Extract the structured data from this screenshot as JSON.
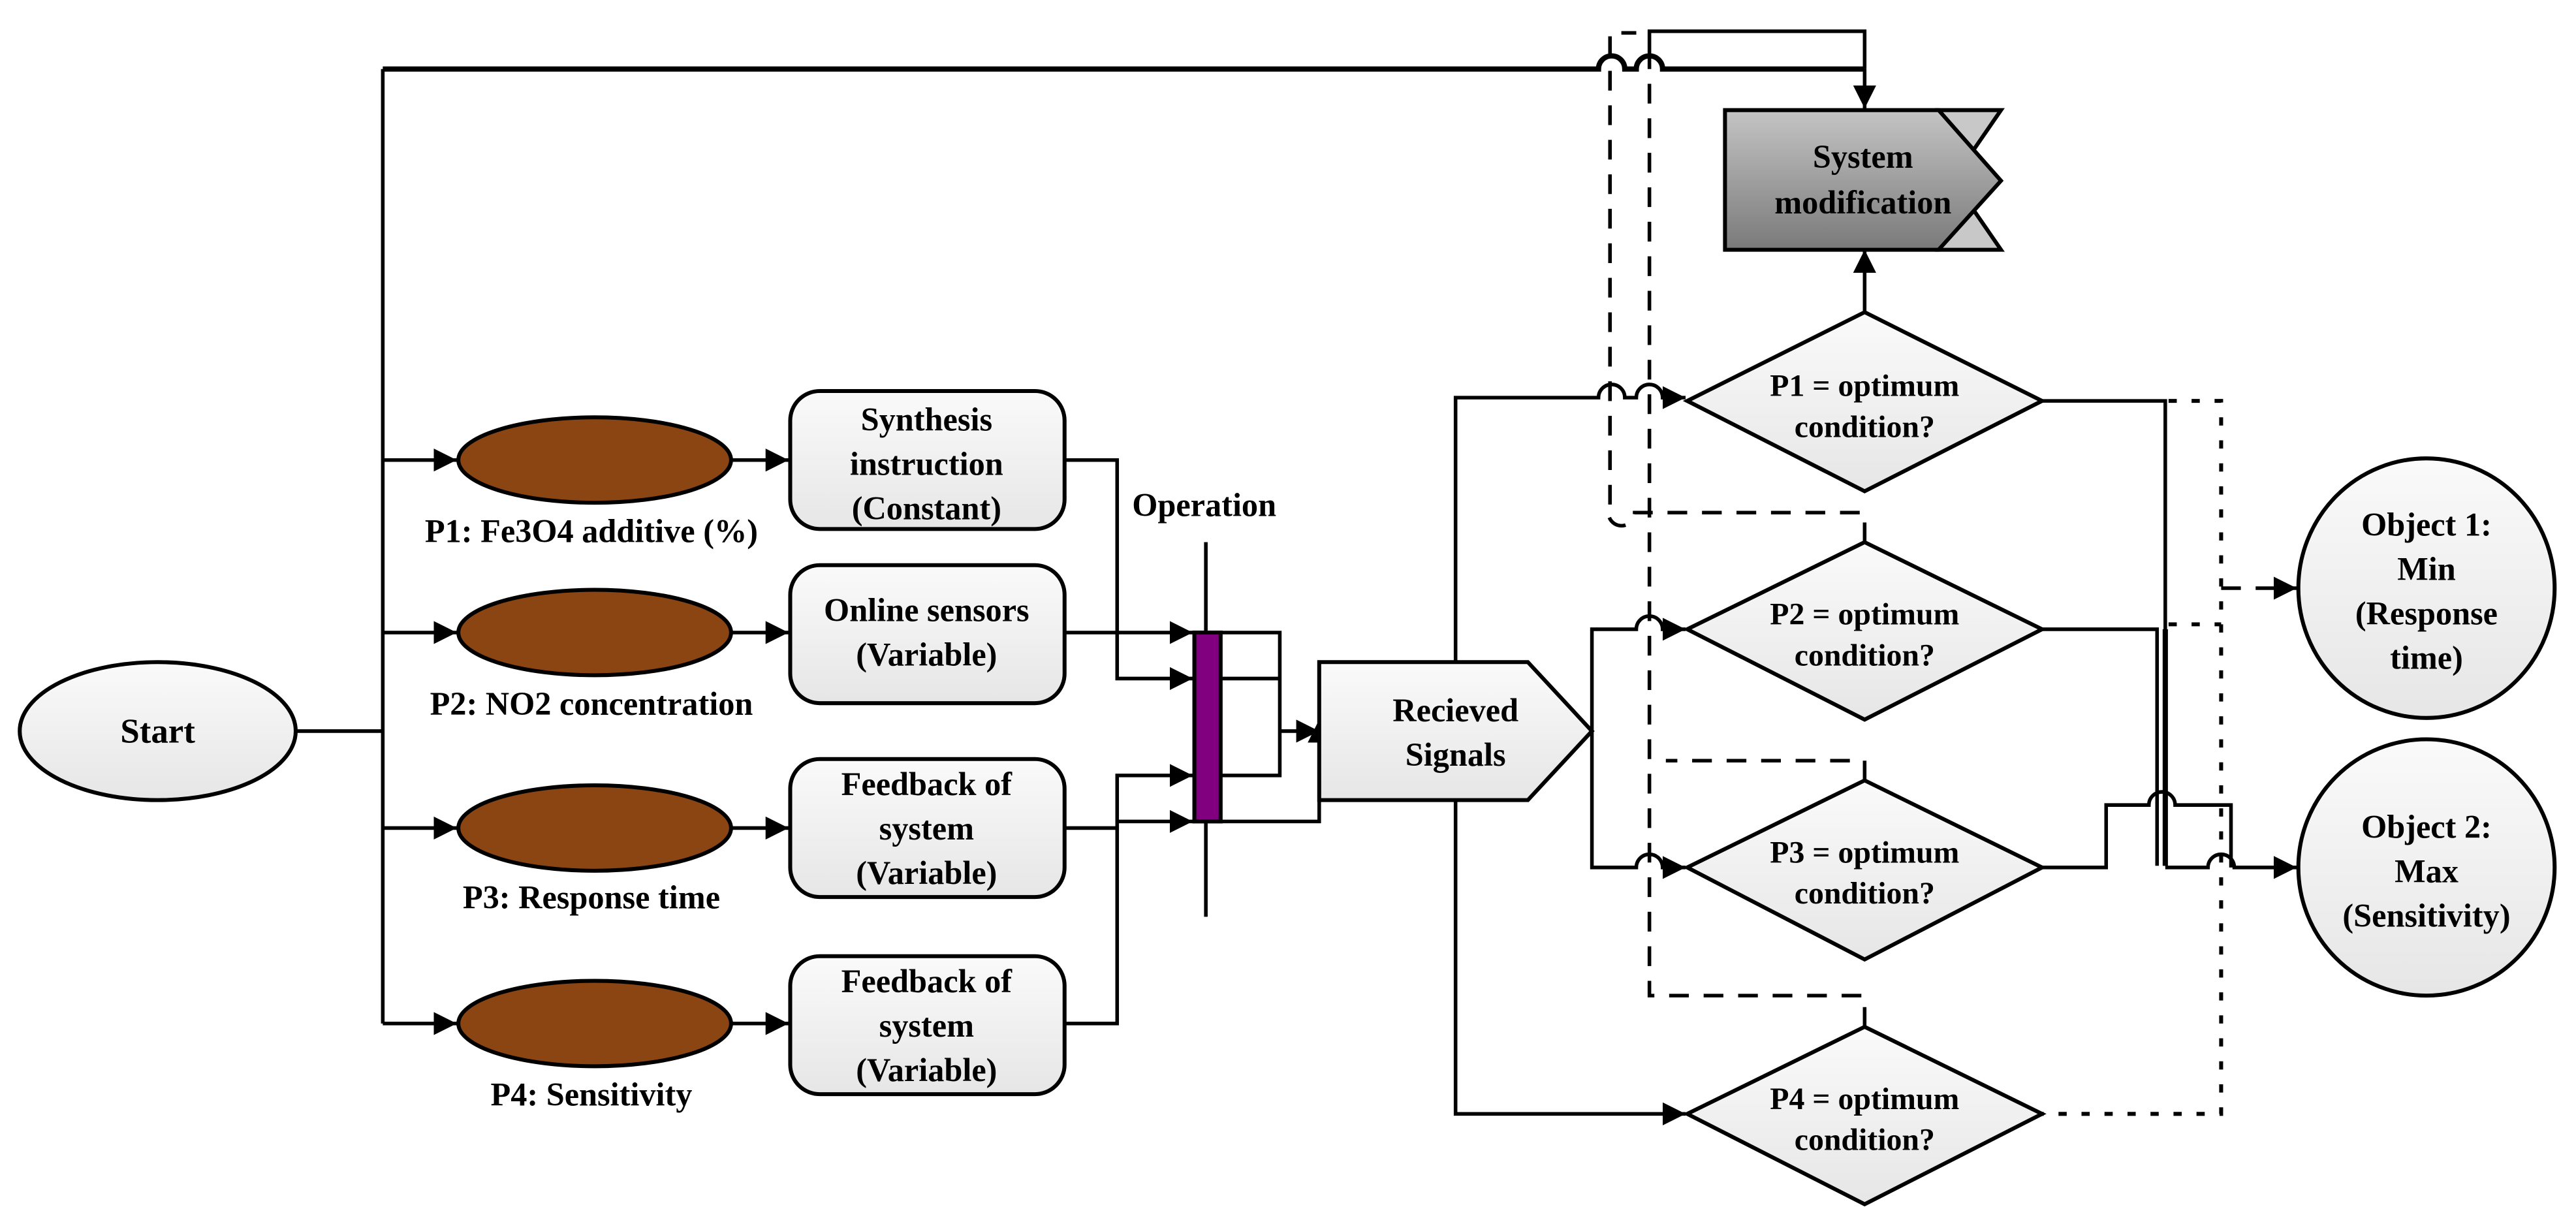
{
  "diagram": {
    "start": {
      "label": "Start"
    },
    "parameters": [
      {
        "id": "P1",
        "label": "P1: Fe3O4 additive (%)"
      },
      {
        "id": "P2",
        "label": "P2: NO2 concentration"
      },
      {
        "id": "P3",
        "label": "P3: Response time"
      },
      {
        "id": "P4",
        "label": "P4: Sensitivity"
      }
    ],
    "sources": [
      {
        "lines": [
          "Synthesis",
          "instruction",
          "(Constant)"
        ]
      },
      {
        "lines": [
          "Online sensors",
          "(Variable)"
        ]
      },
      {
        "lines": [
          "Feedback of",
          "system",
          "(Variable)"
        ]
      },
      {
        "lines": [
          "Feedback of",
          "system",
          "(Variable)"
        ]
      }
    ],
    "operation": {
      "label": "Operation"
    },
    "received": {
      "lines": [
        "Recieved",
        "Signals"
      ]
    },
    "modification": {
      "lines": [
        "System",
        "modification"
      ]
    },
    "decisions": [
      {
        "lines": [
          "P1 = optimum",
          "condition?"
        ]
      },
      {
        "lines": [
          "P2 = optimum",
          "condition?"
        ]
      },
      {
        "lines": [
          "P3 = optimum",
          "condition?"
        ]
      },
      {
        "lines": [
          "P4 = optimum",
          "condition?"
        ]
      }
    ],
    "objectives": [
      {
        "lines": [
          "Object 1:",
          "Min",
          "(Response",
          "time)"
        ]
      },
      {
        "lines": [
          "Object 2:",
          "Max",
          "(Sensitivity)"
        ]
      }
    ]
  },
  "colors": {
    "parameter_fill": "#8B4513",
    "operation_bar": "#800080",
    "node_fill": "#F2F2F2",
    "modification_fill": "#A0A0A0"
  }
}
